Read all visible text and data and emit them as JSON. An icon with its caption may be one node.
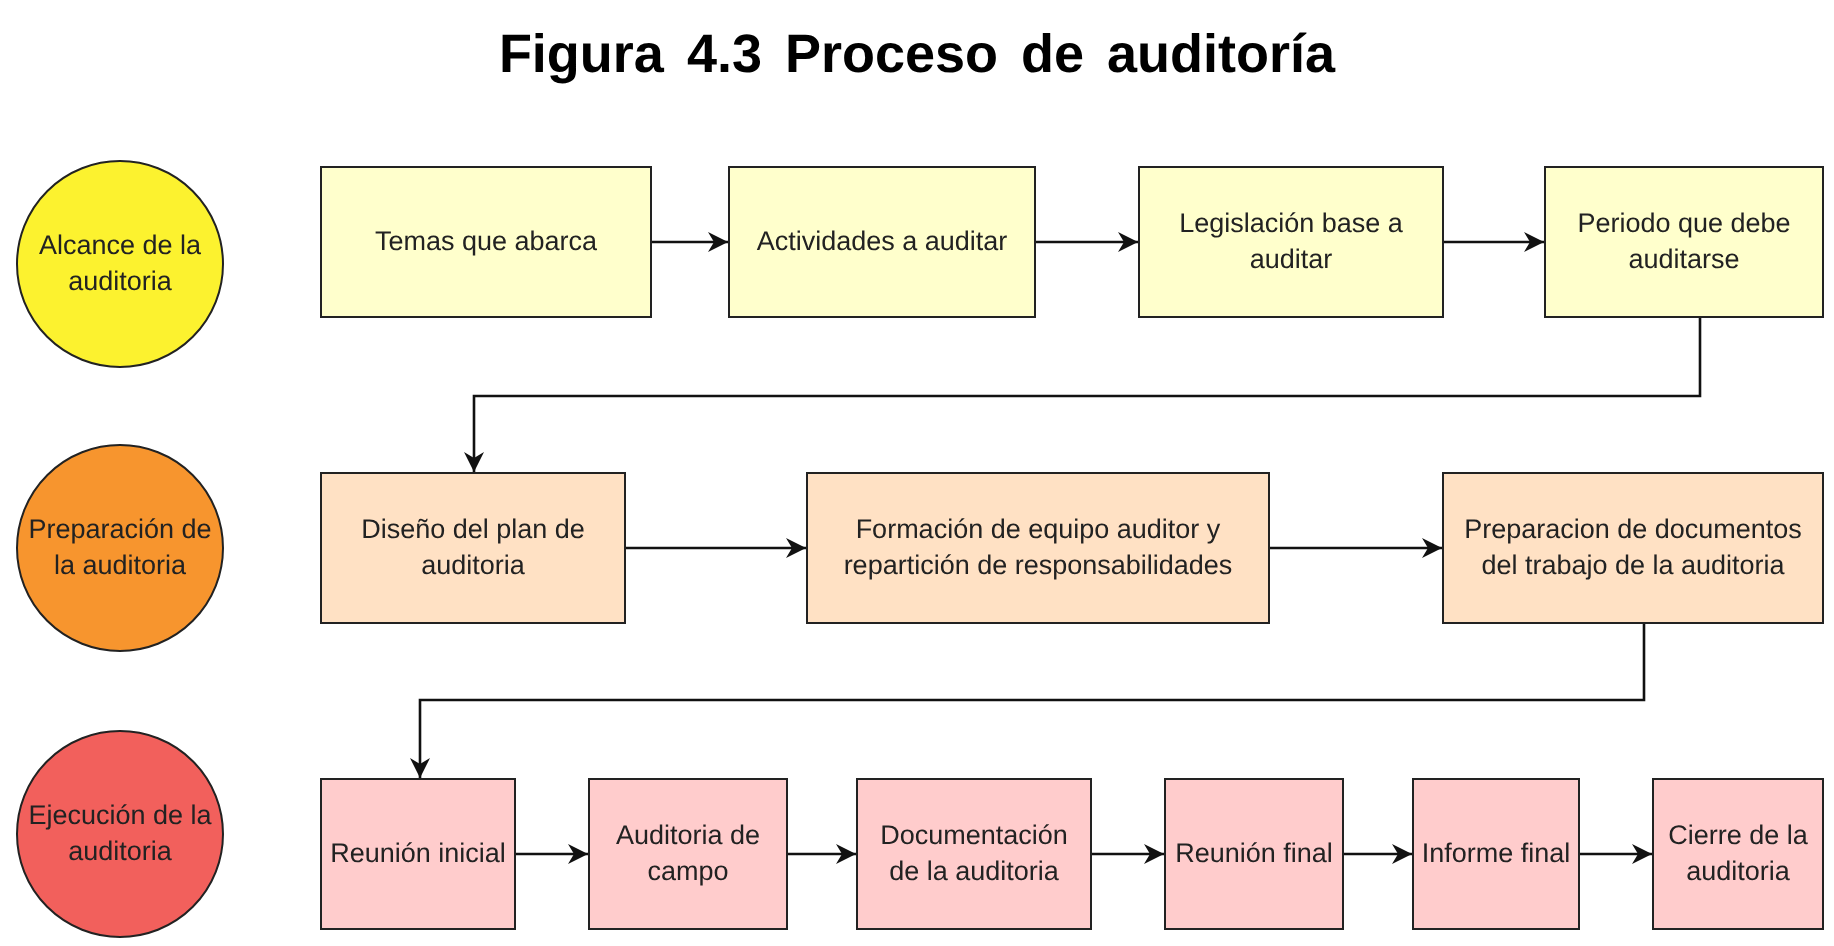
{
  "diagram": {
    "title": "Figura 4.3 Proceso de auditoría",
    "nodes": [
      {
        "text": [
          "Alcance de la auditoria"
        ]
      },
      {
        "text": [
          "Temas que abarca"
        ]
      },
      {
        "text": [
          "Actividades a auditar"
        ]
      },
      {
        "text": [
          "Legislación base a auditar"
        ]
      },
      {
        "text": [
          "Periodo que debe auditarse"
        ]
      },
      {
        "text": [
          "Preparación de la auditoria"
        ]
      },
      {
        "text": [
          "Diseño del plan de auditoria"
        ]
      },
      {
        "text": [
          "Formación de equipo auditor y repartición de responsabilidades"
        ]
      },
      {
        "text": [
          "Preparacion de documentos del trabajo de la auditoria"
        ]
      },
      {
        "text": [
          "Ejecución de la auditoria"
        ]
      },
      {
        "text": [
          "Reunión inicial"
        ]
      },
      {
        "text": [
          "Auditoria de campo"
        ]
      },
      {
        "text": [
          "Documentación de la auditoria"
        ]
      },
      {
        "text": [
          "Reunión final"
        ]
      },
      {
        "text": [
          "Informe final"
        ]
      },
      {
        "text": [
          "Cierre de la auditoria"
        ]
      }
    ],
    "edges": [
      {
        "from": 1,
        "to": 2,
        "arrow": "to"
      },
      {
        "from": 2,
        "to": 3,
        "arrow": "to"
      },
      {
        "from": 3,
        "to": 4,
        "arrow": "to"
      },
      {
        "from": 4,
        "to": 6,
        "arrow": "to"
      },
      {
        "from": 6,
        "to": 7,
        "arrow": "to"
      },
      {
        "from": 7,
        "to": 8,
        "arrow": "to"
      },
      {
        "from": 8,
        "to": 10,
        "arrow": "to"
      },
      {
        "from": 10,
        "to": 11,
        "arrow": "to"
      },
      {
        "from": 11,
        "to": 12,
        "arrow": "to"
      },
      {
        "from": 12,
        "to": 13,
        "arrow": "to"
      },
      {
        "from": 13,
        "to": 14,
        "arrow": "to"
      },
      {
        "from": 14,
        "to": 15,
        "arrow": "to"
      }
    ]
  }
}
